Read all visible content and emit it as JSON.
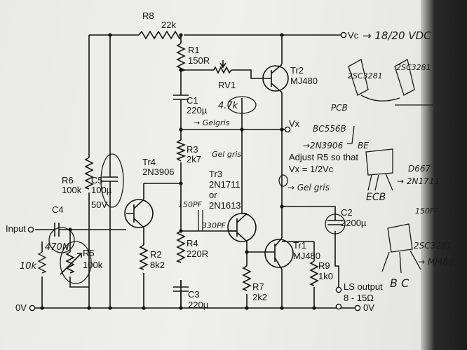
{
  "labels": {
    "r8": "R8",
    "r8_val": "22k",
    "vc": "Vc",
    "vc_note": "→ 18/20 VDC",
    "r1": "R1",
    "r1_val": "150R",
    "rv1": "RV1",
    "rv1_val": "4.7k",
    "c1": "C1",
    "c1_val": "220µ",
    "tr2": "Tr2",
    "tr2_val": "MJ480",
    "vx": "Vx",
    "r3": "R3",
    "r3_val": "2k7",
    "tr4": "Tr4",
    "tr4_val": "2N3906",
    "r6": "R6",
    "r6_val": "100k",
    "c5": "C5",
    "c5_val": "100µ",
    "c5_v": "50V",
    "c4": "C4",
    "input": "Input",
    "r5": "R5",
    "r5_val": "100k",
    "r2": "R2",
    "r2_val": "8k2",
    "r4": "R4",
    "r4_val": "220R",
    "c3": "C3",
    "c3_val": "220µ",
    "tr3": "Tr3",
    "tr3_val": "2N1711",
    "tr3_or": "or",
    "tr3_alt": "2N1613",
    "tr1": "Tr1",
    "tr1_val": "MJ480",
    "r7": "R7",
    "r7_val": "2k2",
    "r9": "R9",
    "r9_val": "1k0",
    "c2": "C2",
    "c2_val": "2200µ",
    "ls": "LS output",
    "ls_val": "8 - 15Ω",
    "adjust1": "Adjust R5 so that",
    "adjust2": "Vx = 1/2Vc",
    "zero_left": "0V",
    "zero_right": "0V"
  },
  "handwritten": {
    "c4_note": "470N",
    "r5_note": "10k",
    "c1_note": "→ Gelgris",
    "r3_note": "Gel gris",
    "vx_note": "→ Gel gris",
    "cap150": "150PF",
    "cap330": "330PF",
    "bc556": "BC556B",
    "n2n": "→2N3906",
    "pinout": "BE",
    "d667": "D667",
    "n2n1711": "→ 2N1711",
    "ecb": "ECB",
    "cap150b": "150PF",
    "zsc": "2SC3281",
    "mj480": "→ MJ480",
    "bc": "B  C",
    "t1": "2SC3281",
    "t2": "2SC3281",
    "pcb": "PCB"
  }
}
